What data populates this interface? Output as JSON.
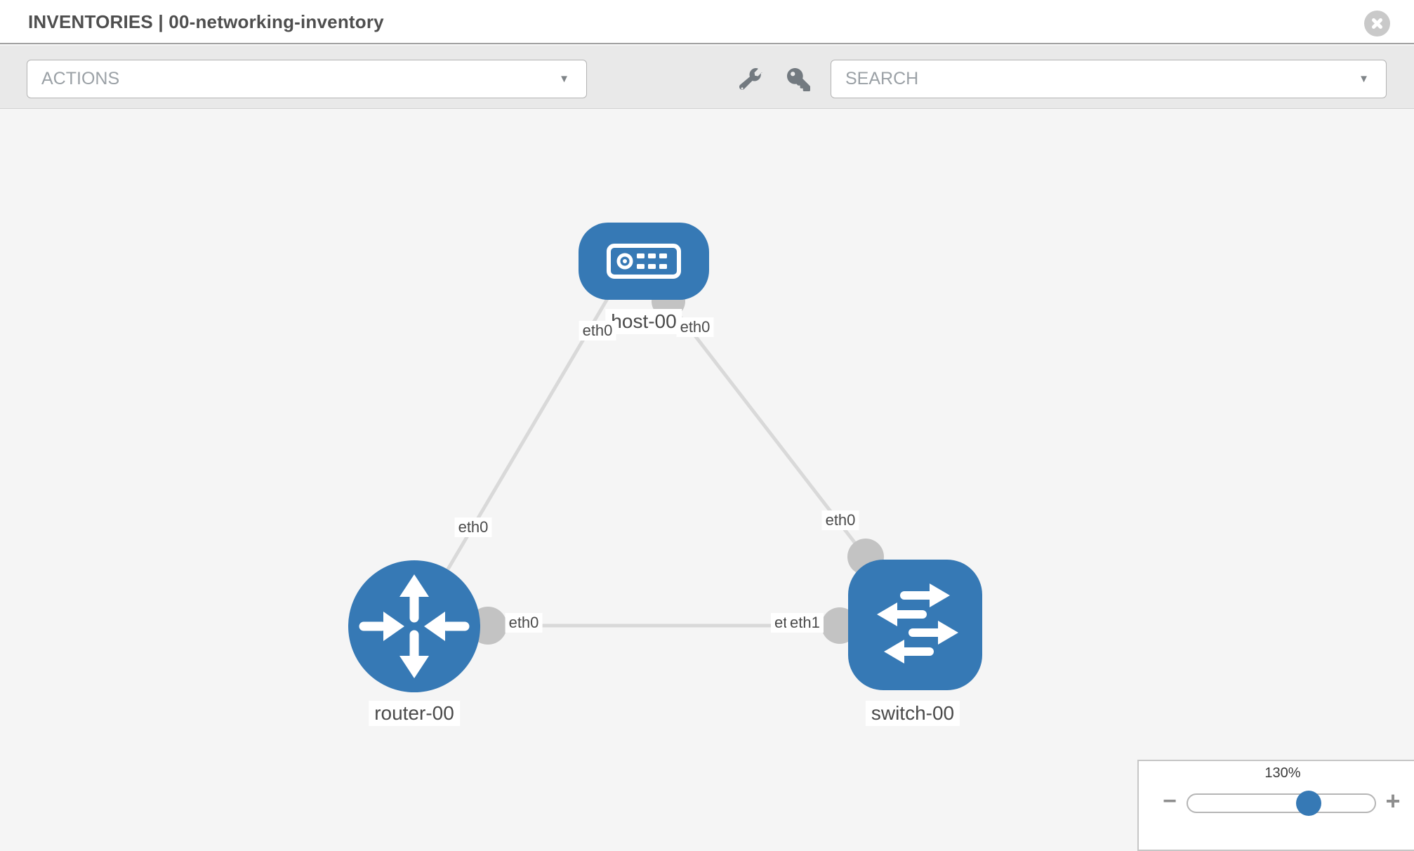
{
  "header": {
    "title": "INVENTORIES | 00-networking-inventory"
  },
  "toolbar": {
    "actions_placeholder": "ACTIONS",
    "search_placeholder": "SEARCH",
    "caret": "▼",
    "icons": [
      "wrench-icon",
      "key-icon"
    ]
  },
  "topology": {
    "nodes": [
      {
        "label": "host-00",
        "type": "host"
      },
      {
        "label": "router-00",
        "type": "router"
      },
      {
        "label": "switch-00",
        "type": "switch"
      }
    ],
    "interface_labels": {
      "host_left": "eth0",
      "host_right": "eth0",
      "link_host_router": "eth0",
      "link_host_switch": "eth0",
      "router_side": "eth0",
      "switch_side_back": "eth0",
      "switch_side_front": "eth1"
    }
  },
  "zoom_control": {
    "level": "130%",
    "minus_label": "−",
    "plus_label": "+"
  },
  "colors": {
    "node_blue": "#3679b5",
    "link_gray": "#d9d9d9",
    "interface_gray": "#c3c3c3",
    "toolbar_gray": "#e9e9e9",
    "canvas_gray": "#f5f5f5",
    "label_text": "#4a4a4a"
  }
}
